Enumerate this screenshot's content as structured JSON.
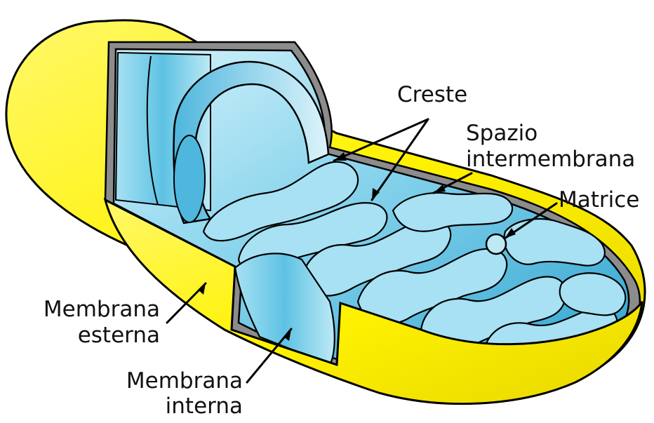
{
  "labels": {
    "creste": "Creste",
    "spazio_line1": "Spazio",
    "spazio_line2": "intermembrana",
    "matrice": "Matrice",
    "membrana_esterna_line1": "Membrana",
    "membrana_esterna_line2": "esterna",
    "membrana_interna_line1": "Membrana",
    "membrana_interna_line2": "interna"
  },
  "colors": {
    "outer_membrane": "#FFF200",
    "outer_membrane_shade": "#E8D800",
    "inner_membrane_light": "#BDE9F5",
    "inner_membrane": "#7FD0EA",
    "inner_membrane_dark": "#2FA3CF",
    "intermembrane_space": "#8C8C8C",
    "outline": "#000000"
  }
}
